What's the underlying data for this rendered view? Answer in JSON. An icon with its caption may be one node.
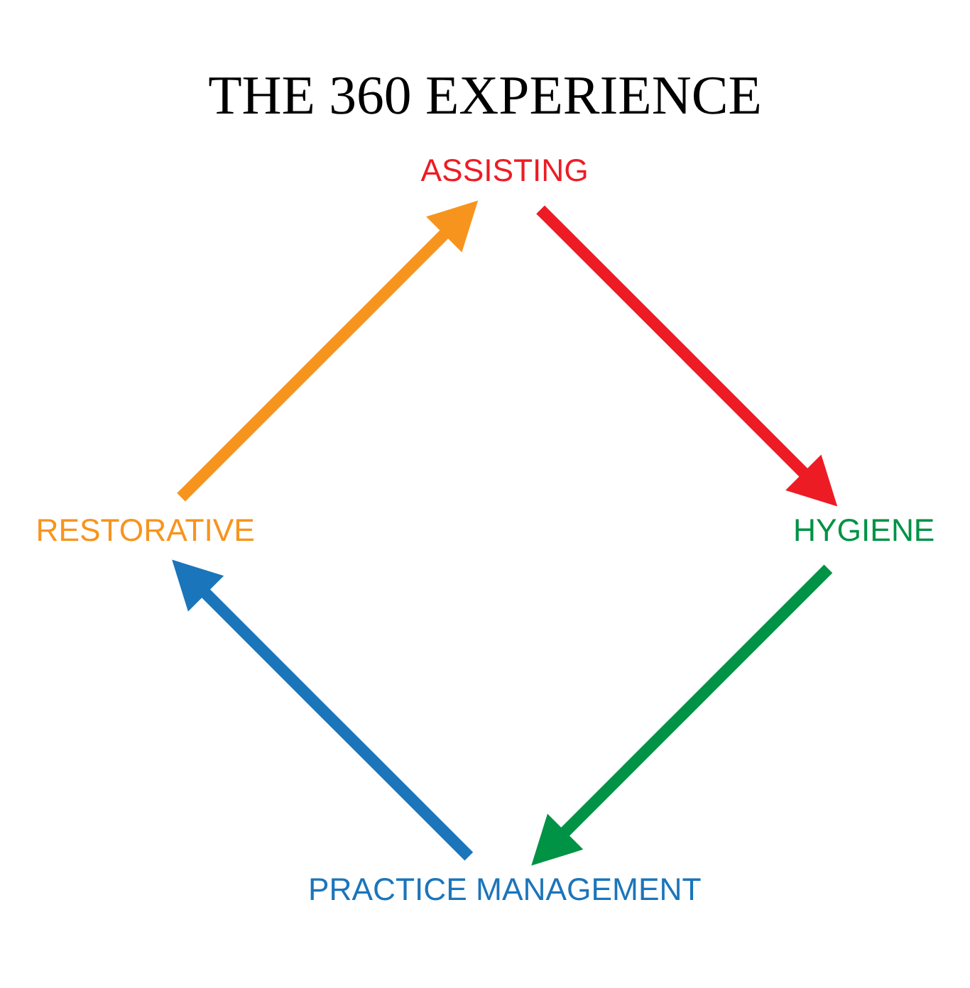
{
  "diagram": {
    "title": "THE 360 EXPERIENCE",
    "nodes": [
      {
        "text": [
          "PRACTICE MANAGEMENT"
        ]
      },
      {
        "text": [
          "RESTORATIVE"
        ]
      },
      {
        "text": [
          "ASSISTING"
        ]
      },
      {
        "text": [
          "HYGIENE"
        ]
      }
    ],
    "edges": [
      {
        "from": 0,
        "to": 1,
        "arrow": "to",
        "color": "#1b75bb"
      },
      {
        "from": 1,
        "to": 2,
        "arrow": "to",
        "color": "#f7941d"
      },
      {
        "from": 2,
        "to": 3,
        "arrow": "to",
        "color": "#ed1c24"
      },
      {
        "from": 3,
        "to": 0,
        "arrow": "to",
        "color": "#009245"
      }
    ]
  }
}
